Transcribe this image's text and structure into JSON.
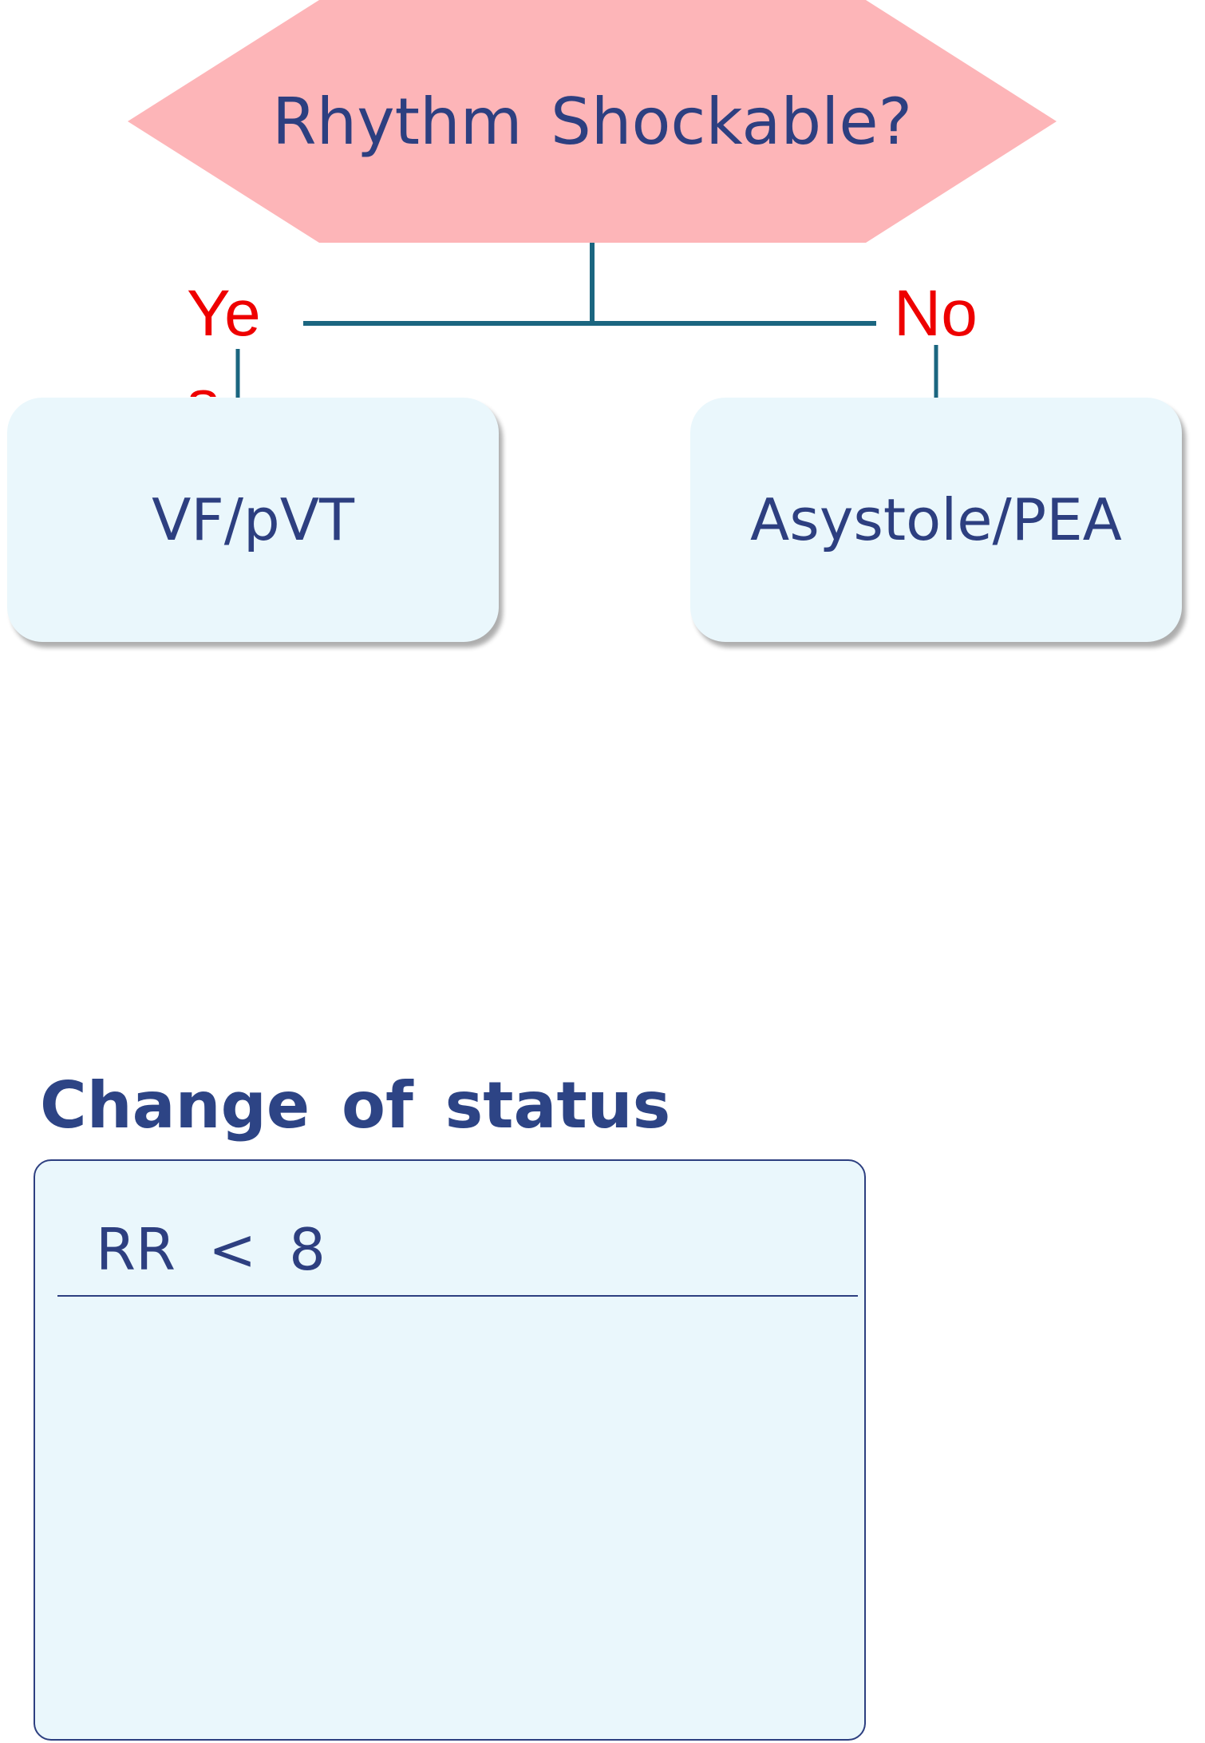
{
  "decision": {
    "question": "Rhythm Shockable?"
  },
  "branches": {
    "yes_label": "Yes",
    "no_label": "No"
  },
  "outcomes": {
    "shockable": "VF/pVT",
    "non_shockable": "Asystole/PEA"
  },
  "change_of_status": {
    "heading": "Change of status",
    "items": [
      "RR < 8"
    ]
  },
  "colors": {
    "decision_fill": "#fdb5b8",
    "text_navy": "#2d3f80",
    "connector": "#1b6680",
    "branch_red": "#ee0000",
    "box_fill": "#eaf7fc"
  }
}
